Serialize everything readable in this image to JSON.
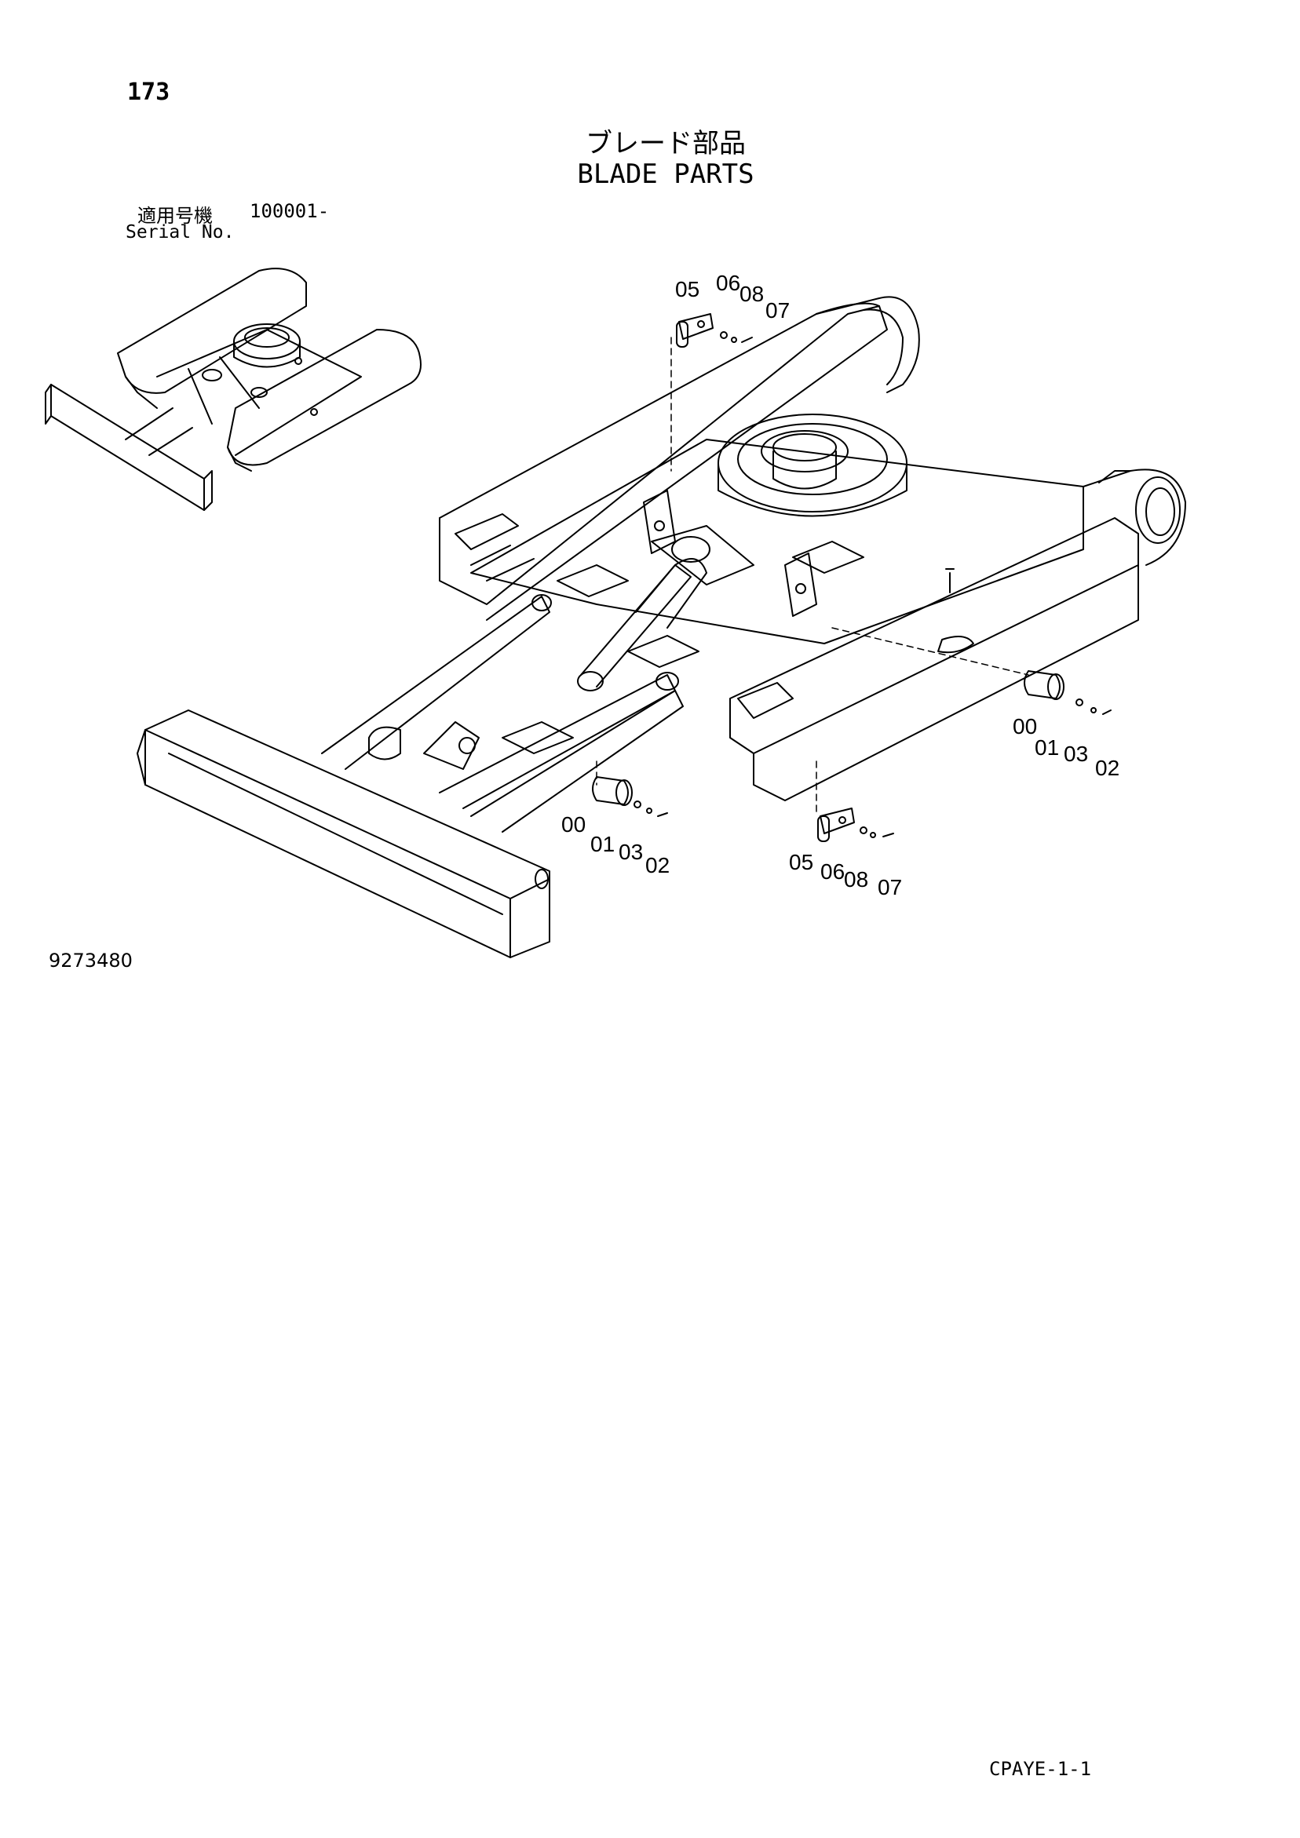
{
  "page": {
    "number": "173",
    "title_jp": "ブレード部品",
    "title_en": "BLADE PARTS",
    "serial_label_jp": "適用号機",
    "serial_label_en": "Serial No.",
    "serial_value": "100001-",
    "figure_number": "9273480",
    "catalog_code": "CPAYE-1-1"
  },
  "callouts": {
    "top_group": [
      "05",
      "06",
      "08",
      "07"
    ],
    "right_group": [
      "00",
      "01",
      "03",
      "02"
    ],
    "center_group": [
      "00",
      "01",
      "03",
      "02"
    ],
    "bottom_group": [
      "05",
      "06",
      "08",
      "07"
    ]
  }
}
